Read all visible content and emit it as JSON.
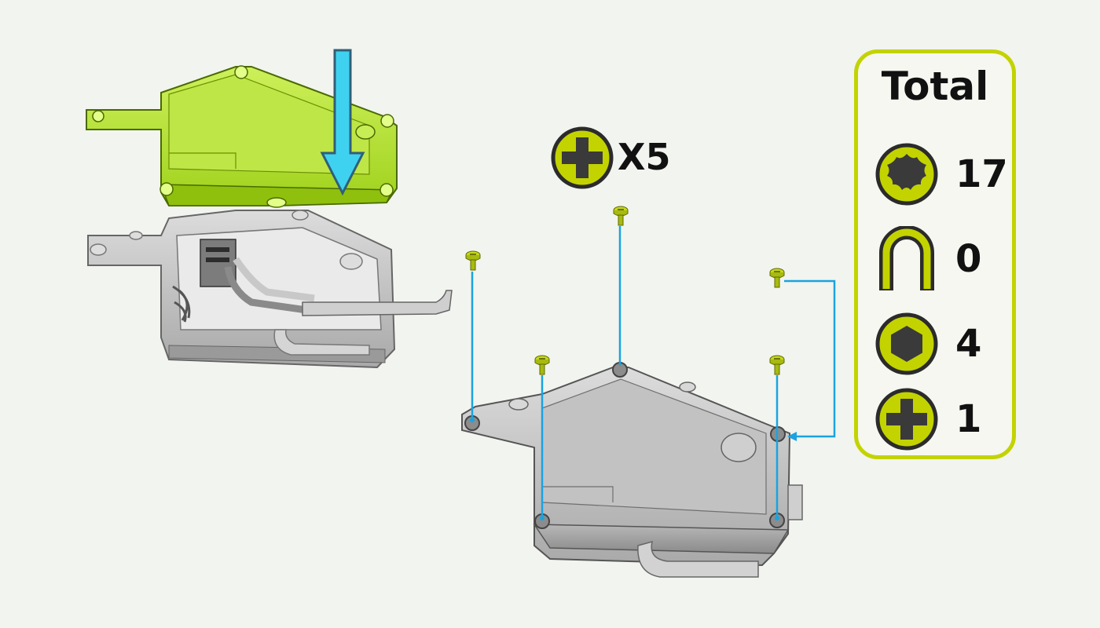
{
  "quantity": {
    "label": "X5"
  },
  "total": {
    "title": "Total",
    "rows": [
      {
        "icon": "torx-bit-icon",
        "count": "17"
      },
      {
        "icon": "u-clip-icon",
        "count": "0"
      },
      {
        "icon": "hex-bit-icon",
        "count": "4"
      },
      {
        "icon": "phillips-bit-icon",
        "count": "1"
      }
    ]
  },
  "colors": {
    "accent_green": "#c3d300",
    "cover_green": "#b9e433",
    "arrow_blue": "#3fd2f0",
    "leader_blue": "#1aa3e0",
    "housing_gray": "#b4b4b4",
    "background": "#f2f4ef"
  }
}
